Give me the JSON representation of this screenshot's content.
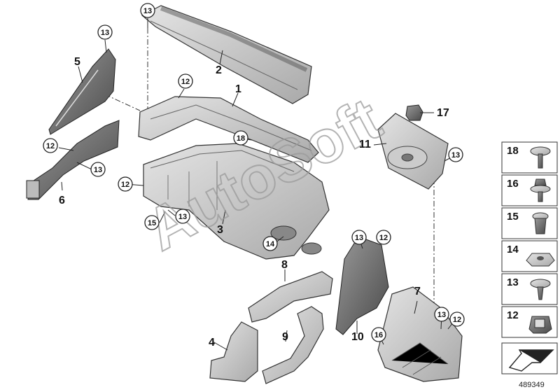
{
  "watermark": "AutoSoft",
  "doc_number": "489349",
  "part_callouts": {
    "p1": "1",
    "p2": "2",
    "p3": "3",
    "p4": "4",
    "p5": "5",
    "p6": "6",
    "p7": "7",
    "p8": "8",
    "p9": "9",
    "p10": "10",
    "p11": "11",
    "p17": "17"
  },
  "circle_callouts": {
    "c13_top": "13",
    "c13_left": "13",
    "c12_upper": "12",
    "c12_left": "12",
    "c13_sixleft": "13",
    "c18": "18",
    "c12_mid": "12",
    "c13_mid": "13",
    "c15": "15",
    "c14": "14",
    "c13_cover": "13",
    "c12_cover": "12",
    "c13_right": "13",
    "c13_bottom": "13",
    "c12_bottom": "12",
    "c16": "16"
  },
  "legend": {
    "items": [
      "18",
      "16",
      "15",
      "14",
      "13",
      "12"
    ]
  }
}
